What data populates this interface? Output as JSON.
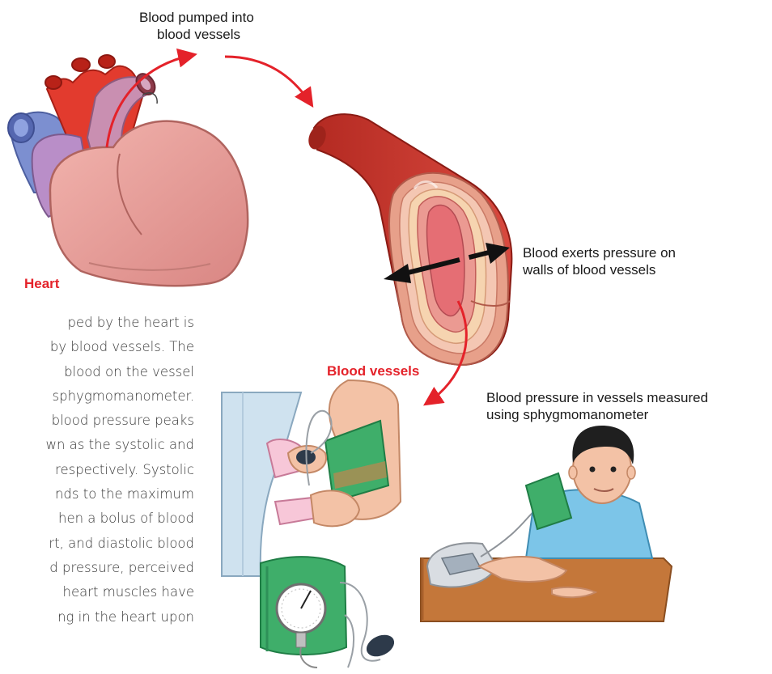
{
  "labels": {
    "pumped": [
      "Blood pumped into",
      "blood vessels"
    ],
    "heart": "Heart",
    "pressure": [
      "Blood exerts pressure on",
      "walls of blood vessels"
    ],
    "vessels": "Blood vessels",
    "measured": [
      "Blood pressure in vessels measured",
      "using sphygmomanometer"
    ]
  },
  "body_text_lines": [
    "ped by the heart is",
    "by blood vessels. The",
    "blood on the vessel",
    "sphygmomanometer.",
    "blood pressure peaks",
    "wn as the systolic and",
    "respectively. Systolic",
    "nds to the maximum",
    "hen a bolus of blood",
    "rt, and diastolic blood",
    "d pressure, perceived",
    "heart muscles have",
    "ng in the heart upon"
  ],
  "colors": {
    "annotation_red": "#e4222a",
    "arrow_black": "#111111",
    "heart_pink": "#e9a09a",
    "vessel_red": "#c8332b",
    "cuff_green": "#3fae6a"
  }
}
